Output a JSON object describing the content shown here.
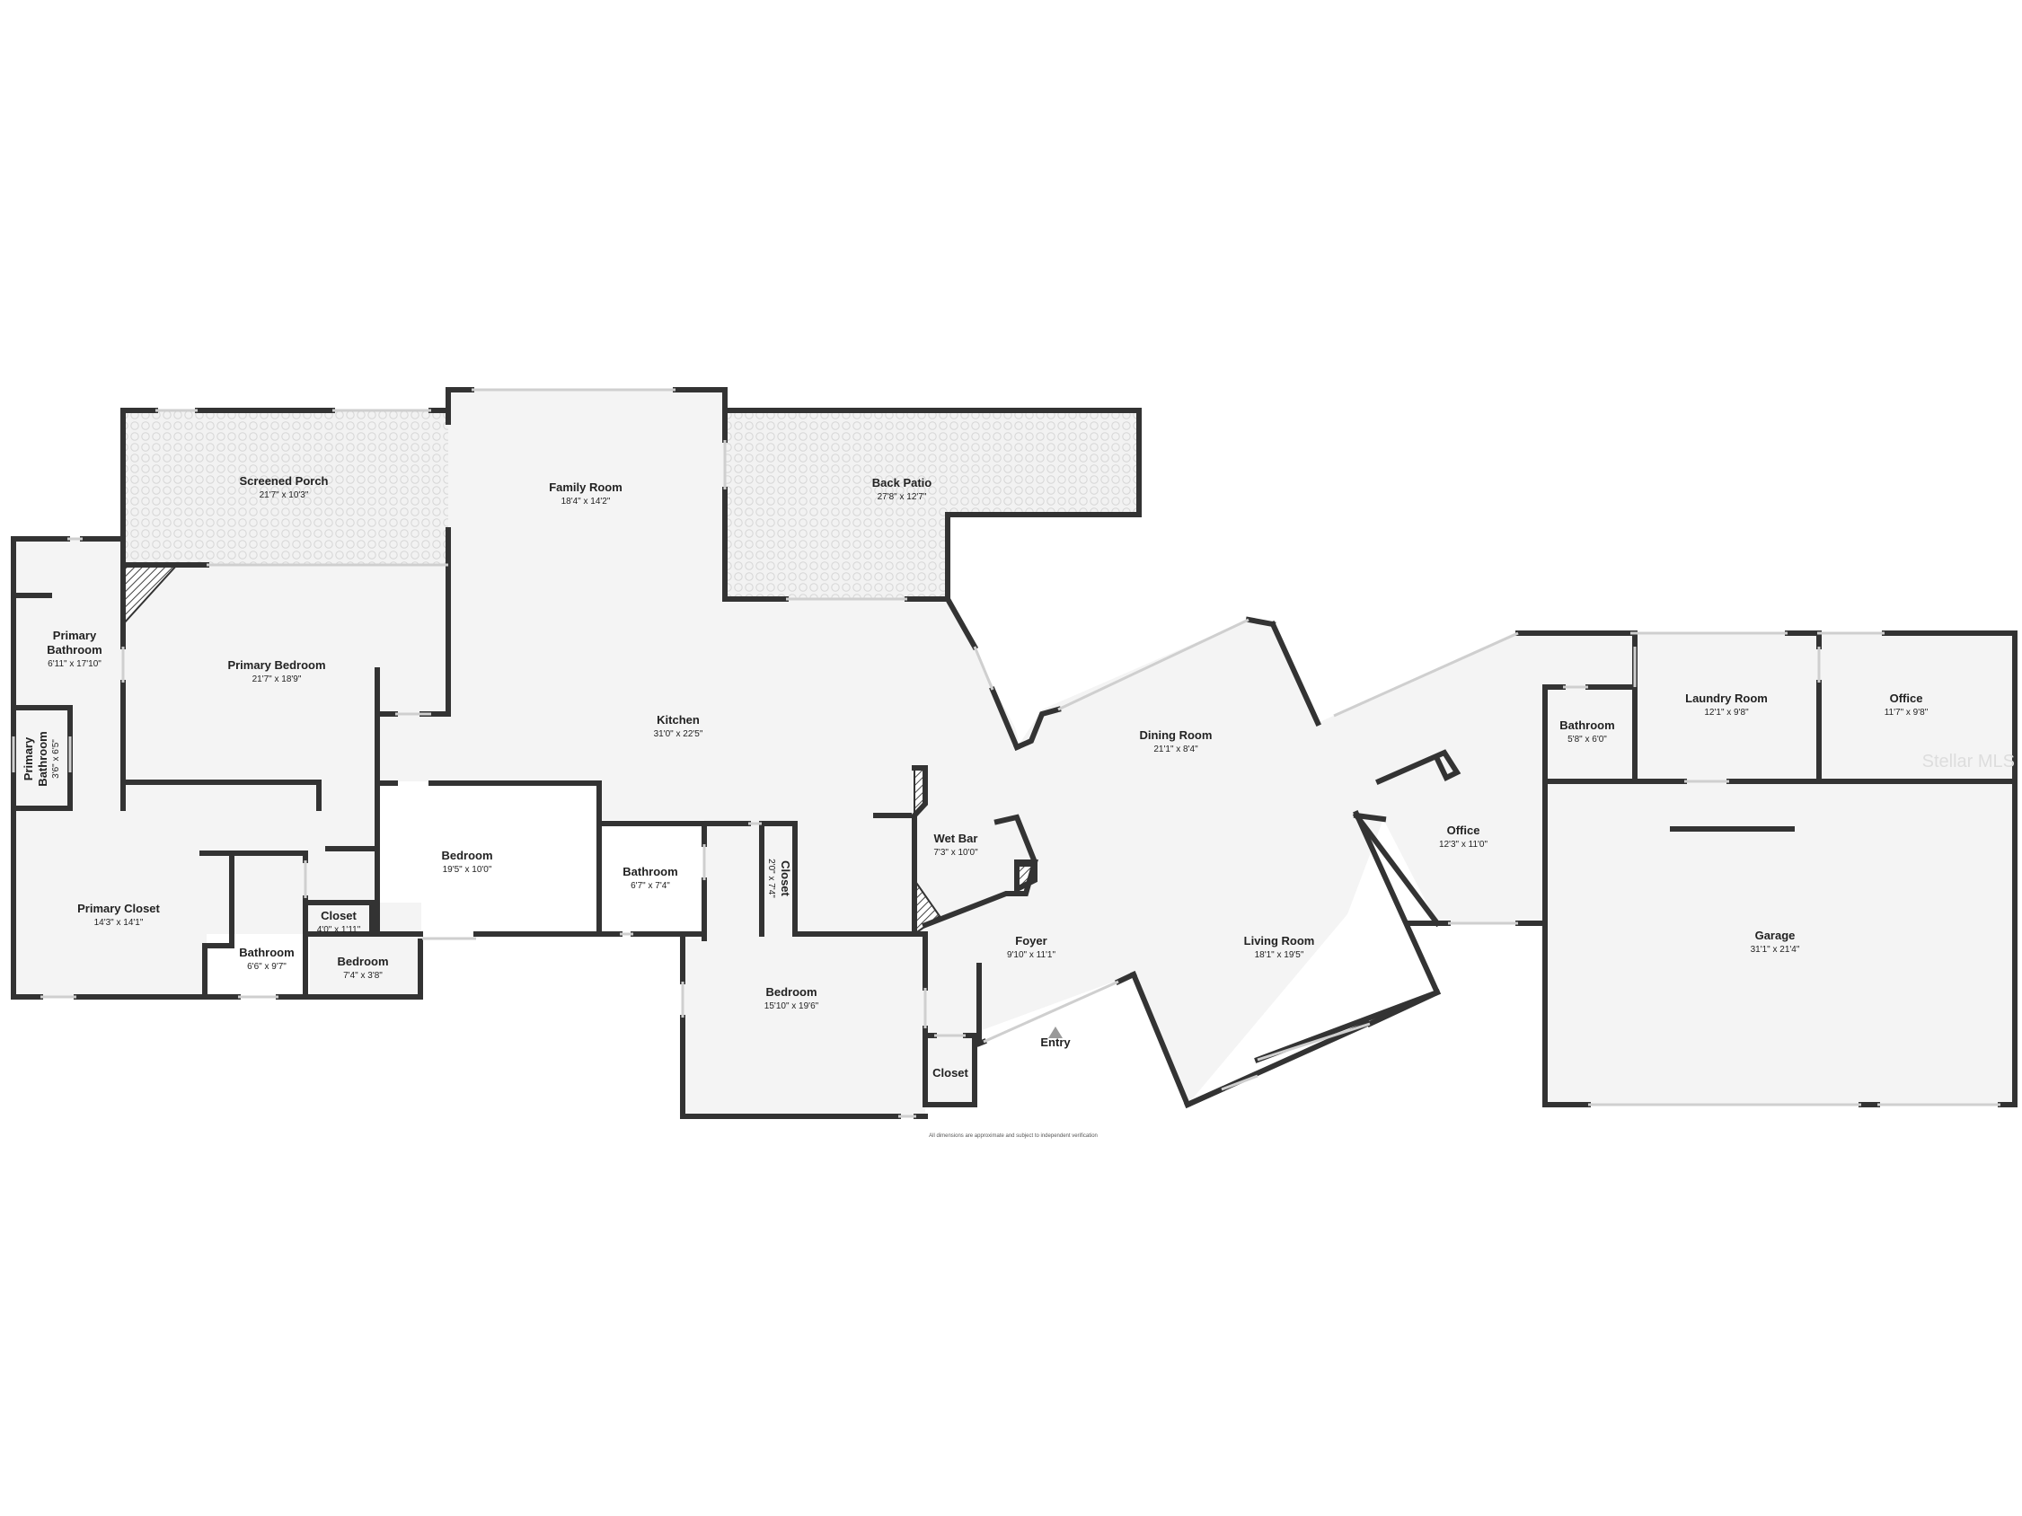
{
  "rooms": {
    "screened_porch": {
      "name": "Screened Porch",
      "dim": "21'7\" x 10'3\""
    },
    "family_room": {
      "name": "Family Room",
      "dim": "18'4\" x 14'2\""
    },
    "back_patio": {
      "name": "Back Patio",
      "dim": "27'8\" x 12'7\""
    },
    "primary_bathroom": {
      "name1": "Primary",
      "name2": "Bathroom",
      "dim": "6'11\" x 17'10\""
    },
    "primary_bedroom": {
      "name": "Primary Bedroom",
      "dim": "21'7\" x 18'9\""
    },
    "kitchen": {
      "name": "Kitchen",
      "dim": "31'0\" x 22'5\""
    },
    "primary_bathroom_small": {
      "name1": "Primary",
      "name2": "Bathroom",
      "dim": "3'6\" x 6'5\""
    },
    "dining_room": {
      "name": "Dining Room",
      "dim": "21'1\" x 8'4\""
    },
    "bathroom_east": {
      "name": "Bathroom",
      "dim": "5'8\" x 6'0\""
    },
    "laundry_room": {
      "name": "Laundry Room",
      "dim": "12'1\" x 9'8\""
    },
    "office_east": {
      "name": "Office",
      "dim": "11'7\" x 9'8\""
    },
    "bedroom_center": {
      "name": "Bedroom",
      "dim": "19'5\" x 10'0\""
    },
    "bathroom_center": {
      "name": "Bathroom",
      "dim": "6'7\" x 7'4\""
    },
    "closet_vertical": {
      "name": "Closet",
      "dim": "2'0\" x 7'4\""
    },
    "wet_bar": {
      "name": "Wet Bar",
      "dim": "7'3\" x 10'0\""
    },
    "office_mid": {
      "name": "Office",
      "dim": "12'3\" x 11'0\""
    },
    "primary_closet": {
      "name": "Primary Closet",
      "dim": "14'3\" x 14'1\""
    },
    "closet_small": {
      "name": "Closet",
      "dim": "4'0\" x 1'11\""
    },
    "foyer": {
      "name": "Foyer",
      "dim": "9'10\" x 11'1\""
    },
    "living_room": {
      "name": "Living Room",
      "dim": "18'1\" x 19'5\""
    },
    "garage": {
      "name": "Garage",
      "dim": "31'1\" x 21'4\""
    },
    "bathroom_west": {
      "name": "Bathroom",
      "dim": "6'6\" x 9'7\""
    },
    "bedroom_small": {
      "name": "Bedroom",
      "dim": "7'4\" x 3'8\""
    },
    "bedroom_south": {
      "name": "Bedroom",
      "dim": "15'10\" x 19'6\""
    },
    "closet_entry": {
      "name": "Closet",
      "dim": ""
    }
  },
  "entry_label": "Entry",
  "footnote": "All dimensions are approximate and subject to independent verification",
  "watermark": "Stellar MLS",
  "colors": {
    "wall": "#333333",
    "floor": "#f4f4f4",
    "window": "#cfcfcf"
  }
}
